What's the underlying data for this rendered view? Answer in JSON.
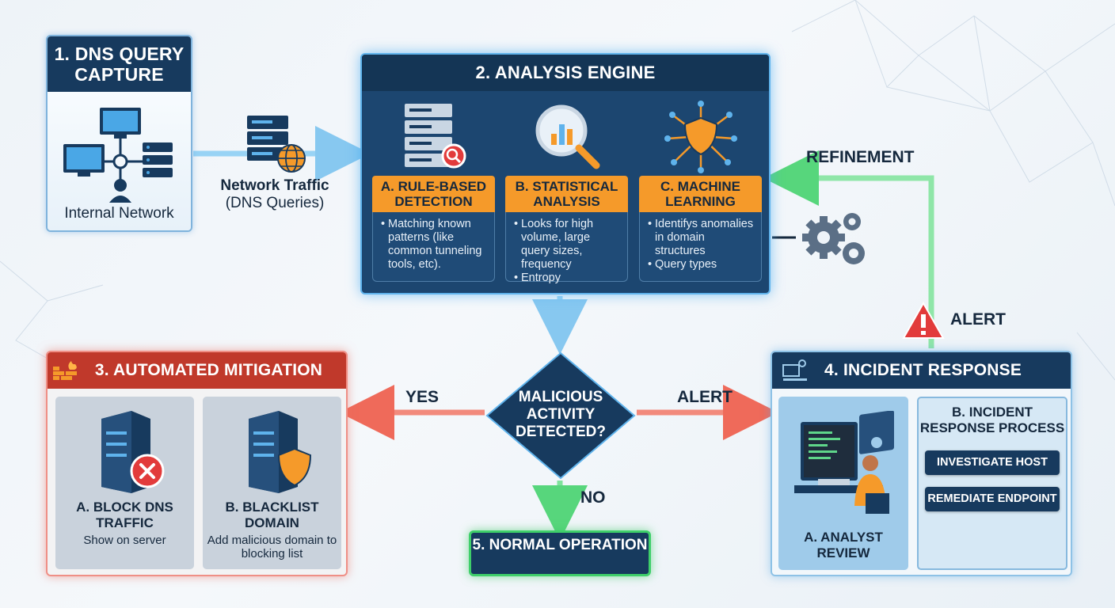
{
  "panel1": {
    "title": "1. DNS QUERY CAPTURE",
    "label": "Internal Network"
  },
  "traffic": {
    "title": "Network Traffic",
    "subtitle": "(DNS Queries)"
  },
  "panel2": {
    "title": "2. ANALYSIS ENGINE",
    "methods": [
      {
        "title": "A. RULE-BASED DETECTION",
        "items": [
          "Matching known patterns (like common tunneling tools, etc)."
        ]
      },
      {
        "title": "B. STATISTICAL ANALYSIS",
        "items": [
          "Looks for high volume, large query sizes, frequency",
          "Entropy"
        ]
      },
      {
        "title": "C. MACHINE LEARNING",
        "items": [
          "Identifys anomalies in domain structures",
          "Query types"
        ]
      }
    ]
  },
  "decision": {
    "question": "MALICIOUS ACTIVITY DETECTED?",
    "yes": "YES",
    "no": "NO",
    "alert": "ALERT"
  },
  "panel3": {
    "title": "3. AUTOMATED MITIGATION",
    "actions": [
      {
        "title": "A. BLOCK DNS TRAFFIC",
        "desc": "Show on server"
      },
      {
        "title": "B. BLACKLIST DOMAIN",
        "desc": "Add malicious domain to blocking list"
      }
    ]
  },
  "panel4": {
    "title": "4. INCIDENT RESPONSE",
    "analyst": "A. ANALYST REVIEW",
    "process_title": "B. INCIDENT RESPONSE PROCESS",
    "steps": [
      "INVESTIGATE HOST",
      "REMEDIATE ENDPOINT"
    ]
  },
  "panel5": {
    "title": "5. NORMAL OPERATION"
  },
  "feedback": {
    "refinement": "REFINEMENT",
    "alert": "ALERT"
  },
  "colors": {
    "navy": "#173a5e",
    "orange": "#f59a2a",
    "red": "#c0392b",
    "green": "#3fcf6a",
    "blue": "#5fb3ec"
  }
}
